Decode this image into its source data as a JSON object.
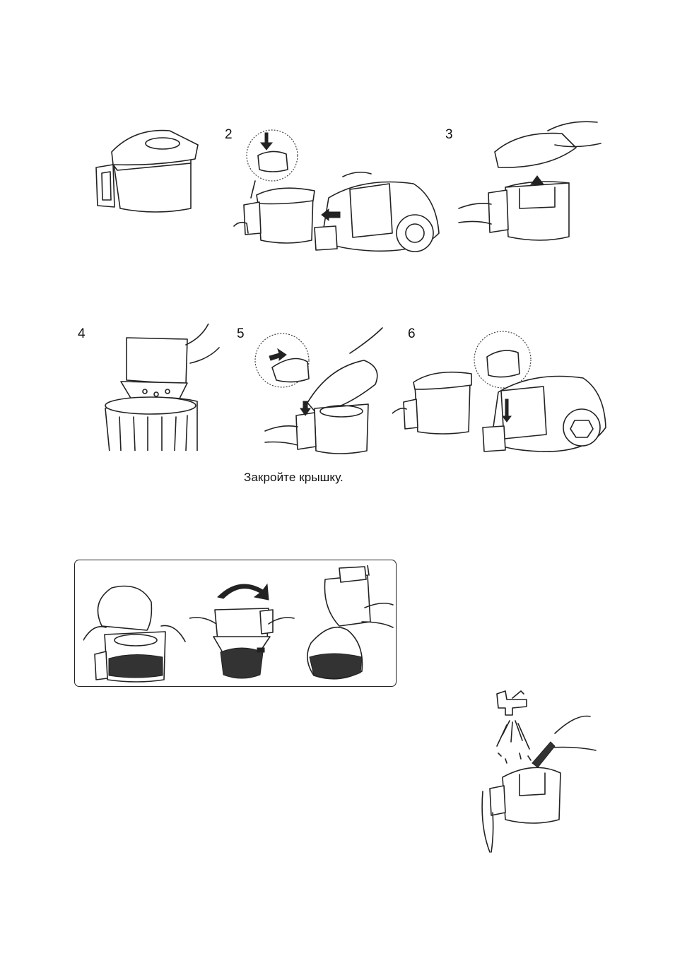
{
  "steps": {
    "s2": "2",
    "s3": "3",
    "s4": "4",
    "s5": "5",
    "s6": "6"
  },
  "caption": "Закройте крышку."
}
